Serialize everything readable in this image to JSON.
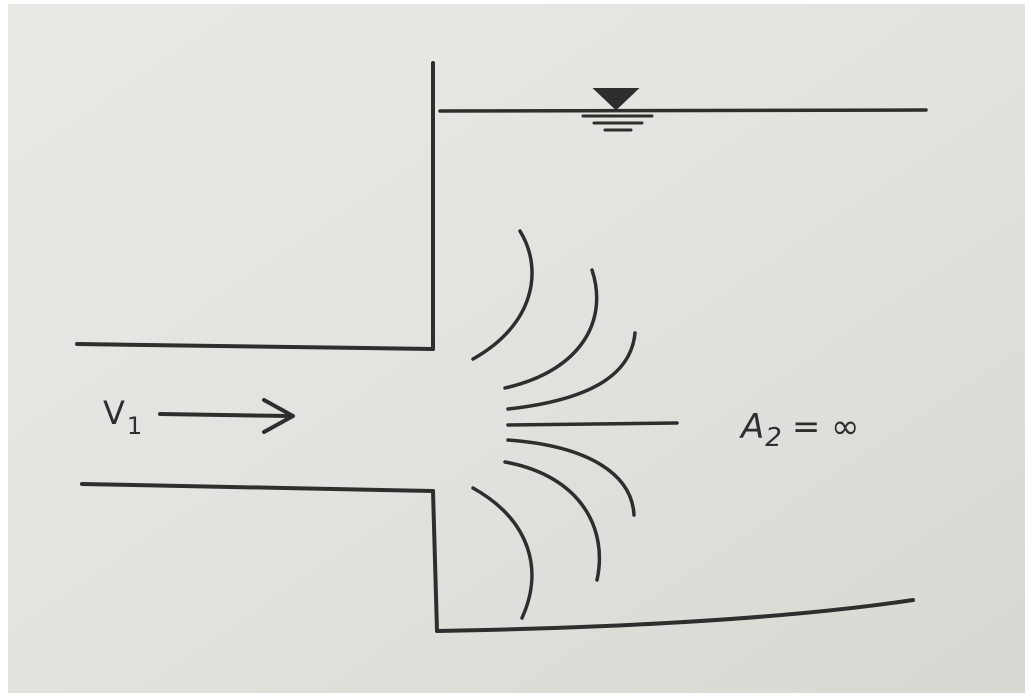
{
  "diagram": {
    "velocity_label": "V",
    "velocity_subscript": "1",
    "area_label": "A",
    "area_subscript": "2",
    "area_value": "= ∞",
    "free_surface_symbol": "water-surface-icon"
  },
  "colors": {
    "background": "#ffffff",
    "paper": "#e3e3df",
    "ink": "#2e2e2e"
  }
}
